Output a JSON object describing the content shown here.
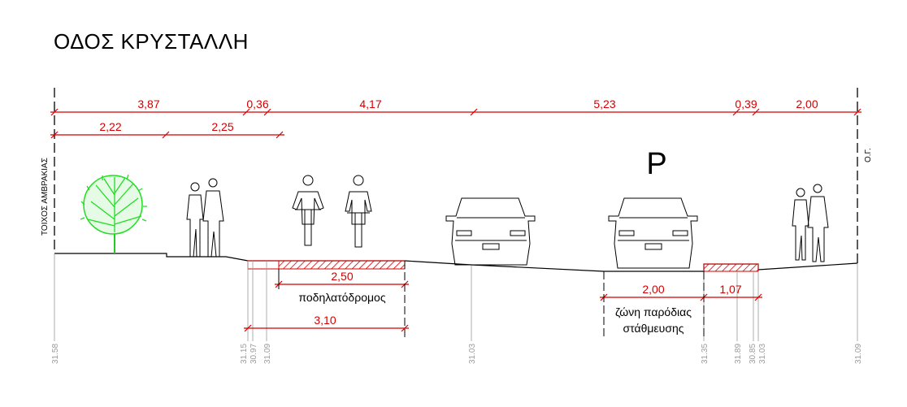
{
  "title": "ΟΔΟΣ ΚΡΥΣΤΑΛΛΗ",
  "wall_label": "ΤΟΙΧΟΣ ΑΜΒΡΑΚΙΑΣ",
  "og_label": "Ο.Γ.",
  "parking_symbol": "P",
  "top_dims": [
    "3,87",
    "0,36",
    "4,17",
    "5,23",
    "0,39",
    "2,00"
  ],
  "second_dims": [
    "2,22",
    "2,25"
  ],
  "bike_lane": {
    "width": "2,50",
    "label": "ποδηλατόδρομος",
    "total": "3,10"
  },
  "parking": {
    "width": "2,00",
    "label_line1": "ζώνη παρόδιας",
    "label_line2": "στάθμευσης"
  },
  "right_dim": "1,07",
  "elevations": [
    "31.58",
    "31.15",
    "30.97",
    "31.09",
    "31.03",
    "31.35",
    "31.89",
    "30.85",
    "31.03",
    "31.09"
  ],
  "colors": {
    "dimension": "#d40000",
    "tree": "#22dd22",
    "hatch": "#d40000"
  },
  "icons": [
    "tree-icon",
    "pedestrian-pair-icon",
    "cyclist-icon",
    "car-rear-icon"
  ]
}
